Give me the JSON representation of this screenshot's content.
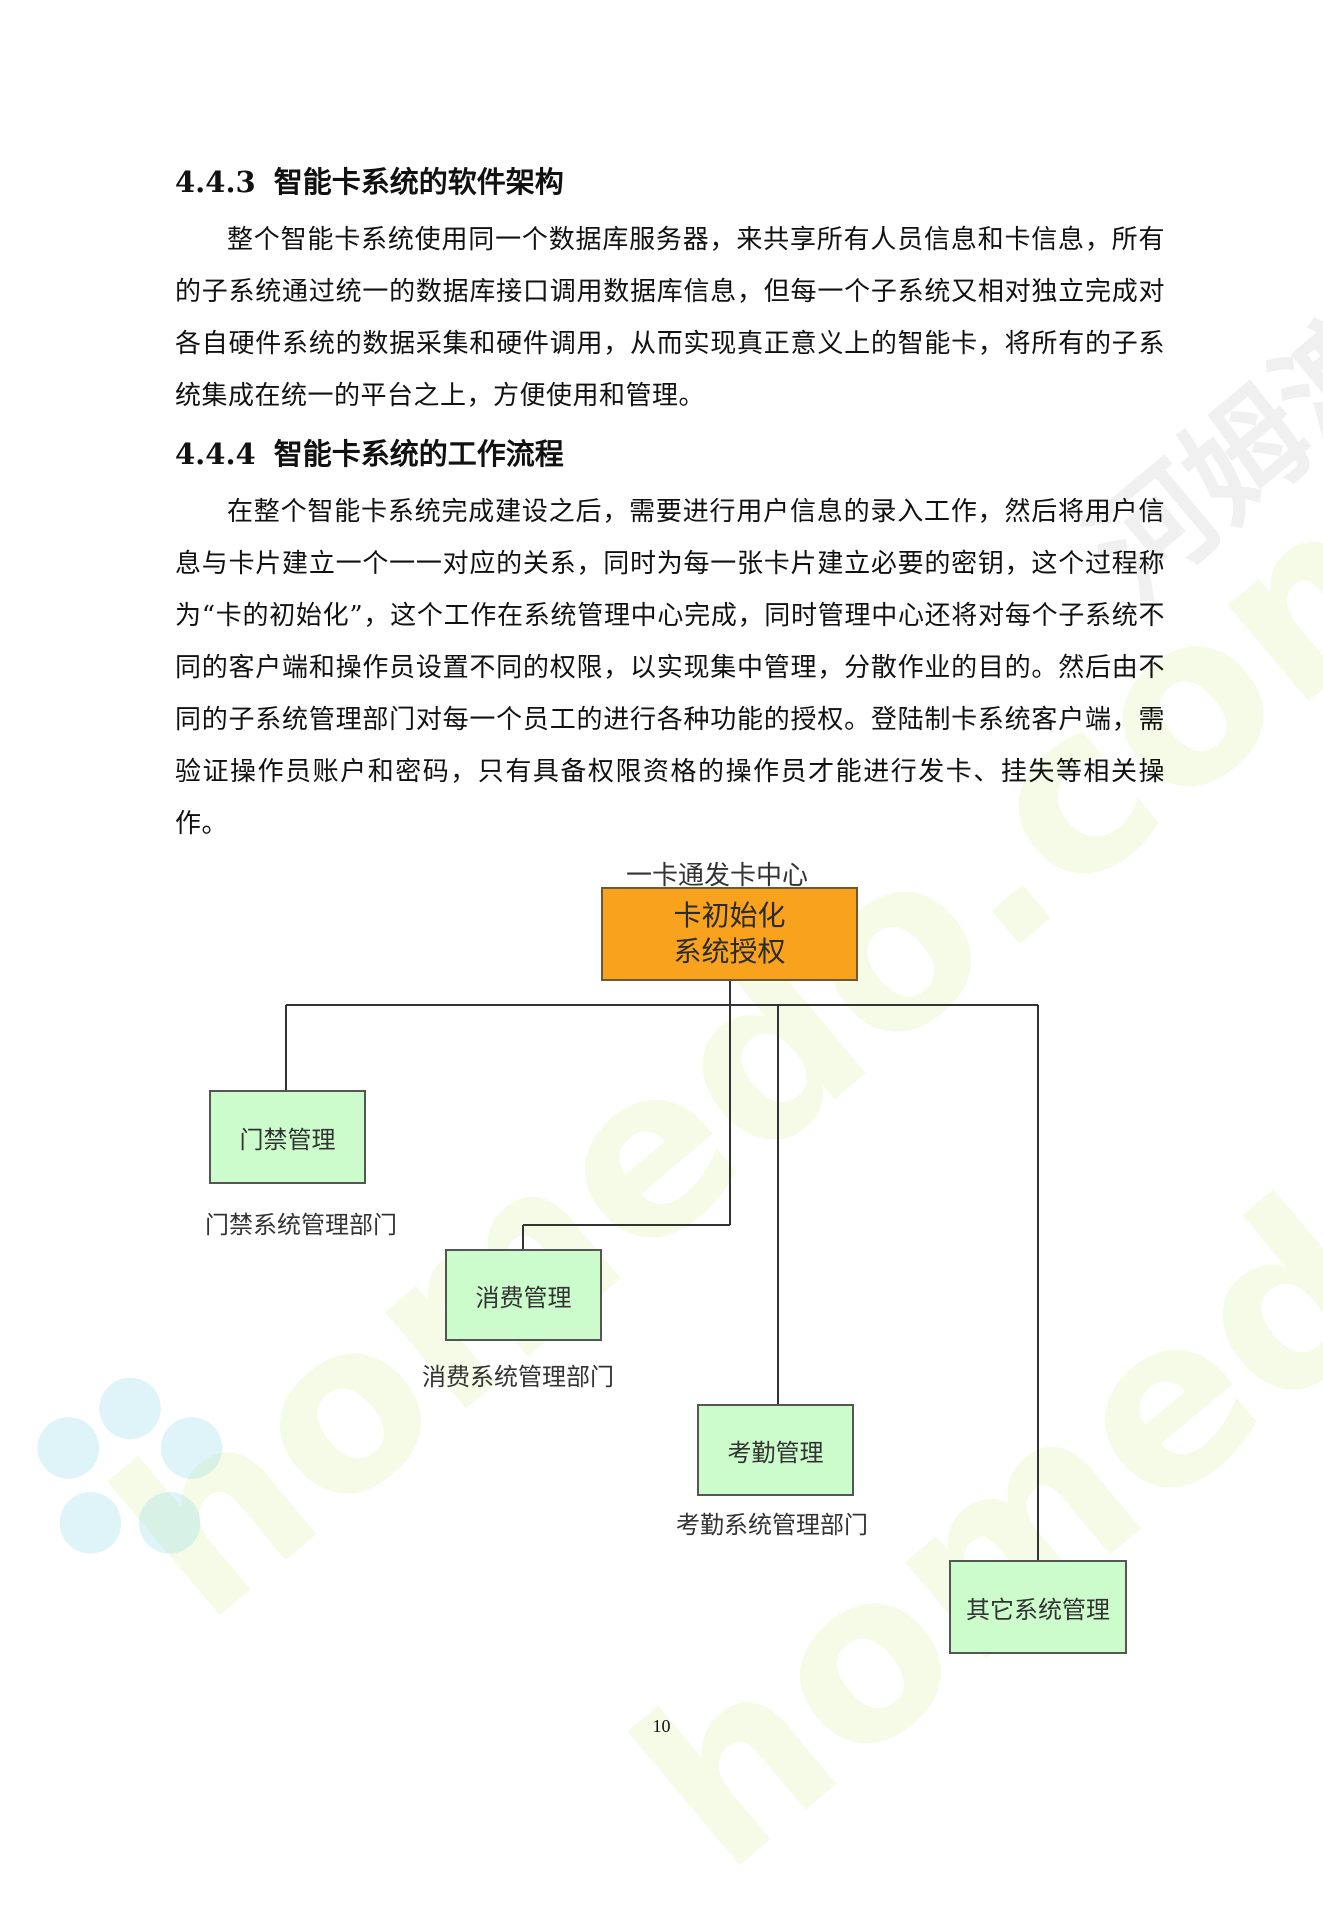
{
  "sections": [
    {
      "number": "4.4.3",
      "title": "智能卡系统的软件架构",
      "paragraphs": [
        "整个智能卡系统使用同一个数据库服务器，来共享所有人员信息和卡信息，所有的子系统通过统一的数据库接口调用数据库信息，但每一个子系统又相对独立完成对各自硬件系统的数据采集和硬件调用，从而实现真正意义上的智能卡，将所有的子系统集成在统一的平台之上，方便使用和管理。"
      ]
    },
    {
      "number": "4.4.4",
      "title": "智能卡系统的工作流程",
      "paragraphs": [
        "在整个智能卡系统完成建设之后，需要进行用户信息的录入工作，然后将用户信息与卡片建立一个一一对应的关系，同时为每一张卡片建立必要的密钥，这个过程称为“卡的初始化”，这个工作在系统管理中心完成，同时管理中心还将对每个子系统不同的客户端和操作员设置不同的权限，以实现集中管理，分散作业的目的。然后由不同的子系统管理部门对每一个员工的进行各种功能的授权。登陆制卡系统客户端，需验证操作员账户和密码，只有具备权限资格的操作员才能进行发卡、挂失等相关操作。"
      ]
    }
  ],
  "diagram": {
    "center_label": "一卡通发卡中心",
    "center_box": {
      "line1": "卡初始化",
      "line2": "系统授权"
    },
    "children": [
      {
        "box": "门禁管理",
        "label": "门禁系统管理部门"
      },
      {
        "box": "消费管理",
        "label": "消费系统管理部门"
      },
      {
        "box": "考勤管理",
        "label": "考勤系统管理部门"
      },
      {
        "box": "其它系统管理",
        "label": ""
      }
    ]
  },
  "watermark": {
    "text1": "homedo.com",
    "text2": "homedo.com",
    "text3": "河姆渡"
  },
  "page_number": "10",
  "colors": {
    "center_box": "#f8a21d",
    "child_box": "#ccfccc"
  }
}
